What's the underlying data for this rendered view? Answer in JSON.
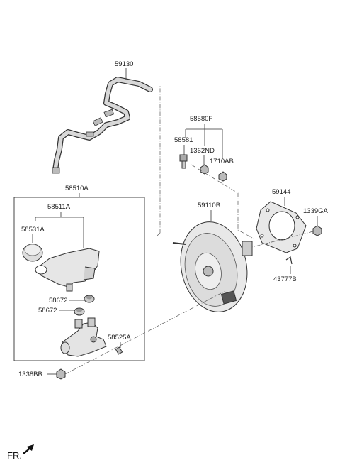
{
  "labels": {
    "hose": "59130",
    "bolt_group": "58580F",
    "bolt": "58581",
    "nut_a": "1362ND",
    "nut_b": "1710AB",
    "reservoir_assy": "58510A",
    "reservoir": "58511A",
    "cap": "58531A",
    "booster": "59110B",
    "gasket": "59144",
    "nut_c": "1339GA",
    "clevis_pin": "43777B",
    "grommet_1": "58672",
    "grommet_2": "58672",
    "bleeder": "58525A",
    "nut_d": "1338BB"
  },
  "orientation": {
    "label": "FR.",
    "icon": "arrow-icon"
  }
}
